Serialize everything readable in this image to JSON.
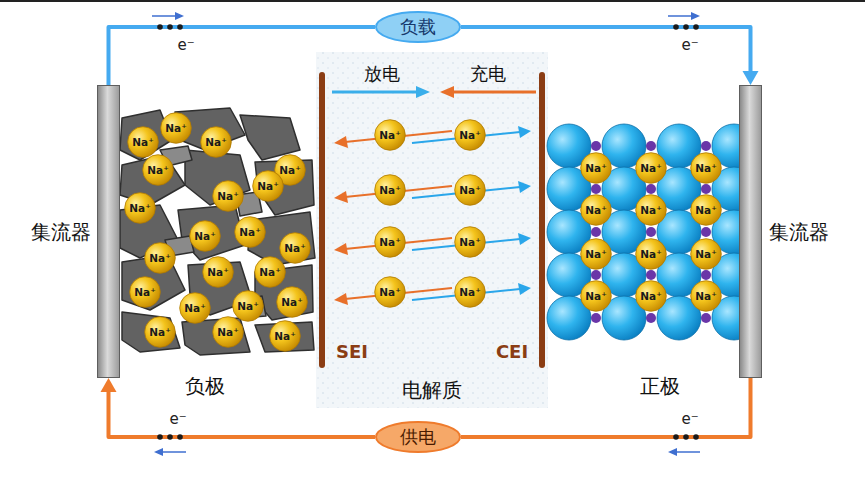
{
  "diagram": {
    "nodes": [
      {
        "text": [
          "负载"
        ]
      },
      {
        "text": [
          "集流器"
        ]
      },
      {
        "text": [
          "Na⁺"
        ]
      },
      {
        "text": [
          "Na⁺"
        ]
      },
      {
        "text": [
          "Na⁺"
        ]
      },
      {
        "text": [
          "Na⁺"
        ]
      },
      {
        "text": [
          "Na⁺"
        ]
      },
      {
        "text": [
          "Na⁺"
        ]
      },
      {
        "text": [
          "Na⁺"
        ]
      },
      {
        "text": [
          "Na⁺"
        ]
      },
      {
        "text": [
          "Na⁺"
        ]
      },
      {
        "text": [
          "Na⁺"
        ]
      },
      {
        "text": [
          "Na⁺"
        ]
      },
      {
        "text": [
          "Na⁺"
        ]
      },
      {
        "text": [
          "Na⁺"
        ]
      },
      {
        "text": [
          "Na⁺"
        ]
      },
      {
        "text": [
          "Na⁺"
        ]
      },
      {
        "text": [
          "Na⁺"
        ]
      },
      {
        "text": [
          "Na⁺"
        ]
      },
      {
        "text": [
          "Na⁺"
        ]
      },
      {
        "text": [
          "Na⁺"
        ]
      },
      {
        "text": [
          "Na⁺"
        ]
      },
      {
        "text": [
          "Na⁺"
        ]
      },
      {
        "text": [
          "Na⁺"
        ]
      },
      {
        "text": [
          "Na⁺"
        ]
      },
      {
        "text": [
          "Na⁺"
        ]
      },
      {
        "text": [
          "Na⁺"
        ]
      },
      {
        "text": [
          "Na⁺"
        ]
      },
      {
        "text": [
          "Na⁺"
        ]
      },
      {
        "text": [
          "Na⁺"
        ]
      },
      {
        "text": [
          "Na⁺"
        ]
      },
      {
        "text": [
          "Na⁺"
        ]
      },
      {
        "text": [
          "Na⁺"
        ]
      },
      {
        "text": [
          "Na⁺"
        ]
      },
      {
        "text": [
          "Na⁺"
        ]
      },
      {
        "text": [
          "Na⁺"
        ]
      },
      {
        "text": [
          "Na⁺"
        ]
      },
      {
        "text": [
          "Na⁺"
        ]
      },
      {
        "text": [
          "Na⁺"
        ]
      },
      {
        "text": [
          "Na⁺"
        ]
      },
      {
        "text": [
          "Na⁺"
        ]
      },
      {
        "text": [
          "Na⁺"
        ]
      },
      {
        "text": [
          "Na⁺"
        ]
      },
      {
        "text": [
          "集流器"
        ]
      },
      {
        "text": [
          "供电"
        ]
      }
    ],
    "edges": [
      {
        "from": 1,
        "to": 0,
        "arrow": "none"
      },
      {
        "from": 0,
        "to": 43,
        "arrow": "to"
      },
      {
        "from": 43,
        "to": 44,
        "arrow": "none"
      },
      {
        "from": 44,
        "to": 1,
        "arrow": "to"
      }
    ],
    "labels": [
      "e⁻",
      "e⁻",
      "放电",
      "充电",
      "SEI",
      "CEI",
      "负极",
      "电解质",
      "正极",
      "e⁻",
      "e⁻"
    ]
  }
}
